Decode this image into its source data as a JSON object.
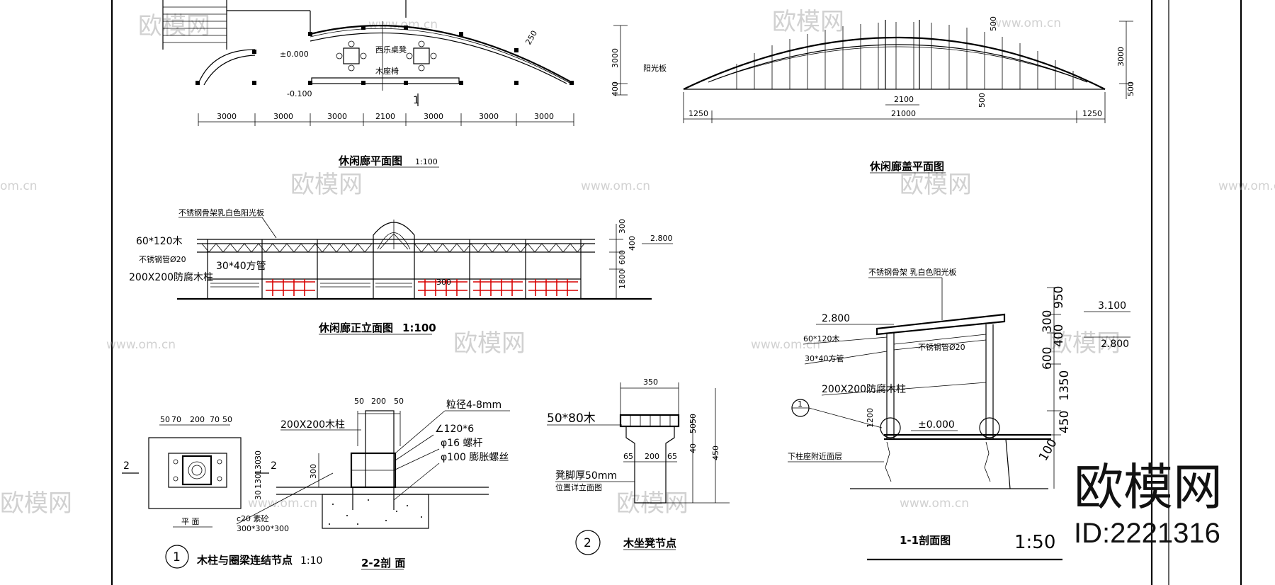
{
  "watermark": {
    "logo": "欧模网",
    "url": "www.om.cn",
    "url_cut": "om.cn"
  },
  "brand": {
    "name": "欧模网",
    "id": "ID:2221316"
  },
  "plan": {
    "title": "休闲廊平面图",
    "scale": "1:100",
    "labels": {
      "elev_a": "±0.000",
      "elev_b": "-0.100",
      "table": "西乐桌凳",
      "bench": "木座椅",
      "dim_r": "250",
      "section_mark": "1"
    },
    "dims": [
      "3000",
      "3000",
      "3000",
      "2100",
      "3000",
      "3000",
      "3000"
    ],
    "vdims": [
      "3000",
      "400"
    ]
  },
  "roof": {
    "title": "休闲廊盖平面图",
    "labels": {
      "sun": "阳光板",
      "d500a": "500",
      "d500b": "500",
      "d500c": "500",
      "d2100": "2100",
      "d21000": "21000",
      "d1250a": "1250",
      "d1250b": "1250",
      "v3000": "3000",
      "v500": "500"
    }
  },
  "elevation": {
    "title": "休闲廊正立面图",
    "scale": "1:100",
    "labels": {
      "roof": "不锈钢骨架乳白色阳光板",
      "beam": "60*120木",
      "pipe": "不锈钢管Ø20",
      "tube": "30*40方管",
      "post": "200X200防腐木柱",
      "mid": "300",
      "elev": "2.800"
    },
    "vdims": [
      "300",
      "400",
      "600",
      "1800"
    ]
  },
  "detail1": {
    "title": "木柱与圈梁连结节点",
    "scale": "1:10",
    "num": "1",
    "plan_label": "平 面",
    "top_dims": [
      "50",
      "70",
      "200",
      "70",
      "50"
    ],
    "side_dims": [
      "30",
      "130",
      "130",
      "30"
    ],
    "cut": "2",
    "base": "c20 素砼",
    "base_size": "300*300*300"
  },
  "section22": {
    "title": "2-2剖 面",
    "top_dims": [
      "50",
      "200",
      "50"
    ],
    "labels": {
      "post": "200X200木柱",
      "gap": "粒径4-8mm",
      "angle": "∠120*6",
      "bolt": "φ16 螺杆",
      "exp": "φ100 膨胀螺丝"
    },
    "v300": "300"
  },
  "detail2": {
    "title": "木坐凳节点",
    "num": "2",
    "labels": {
      "board": "50*80木",
      "leg": "凳脚厚50mm",
      "ref": "位置详立面图"
    },
    "dims": [
      "350",
      "65",
      "200",
      "65",
      "50",
      "50",
      "40",
      "450"
    ]
  },
  "section11": {
    "title": "1-1剖面图",
    "scale": "1:50",
    "labels": {
      "roof": "不锈钢骨架 乳白色阳光板",
      "elev_l": "2.800",
      "beam": "60*120木",
      "tube": "30*40方管",
      "pipe": "不锈钢管Ø20",
      "post": "200X200防腐木柱",
      "elev0": "±0.000",
      "floor": "下柱座附近面层",
      "elev_r1": "3.100",
      "elev_r2": "2.800",
      "v1200": "1200",
      "marker": "1"
    },
    "vdims": [
      "300",
      "950",
      "400",
      "600",
      "1350",
      "450",
      "100"
    ]
  }
}
